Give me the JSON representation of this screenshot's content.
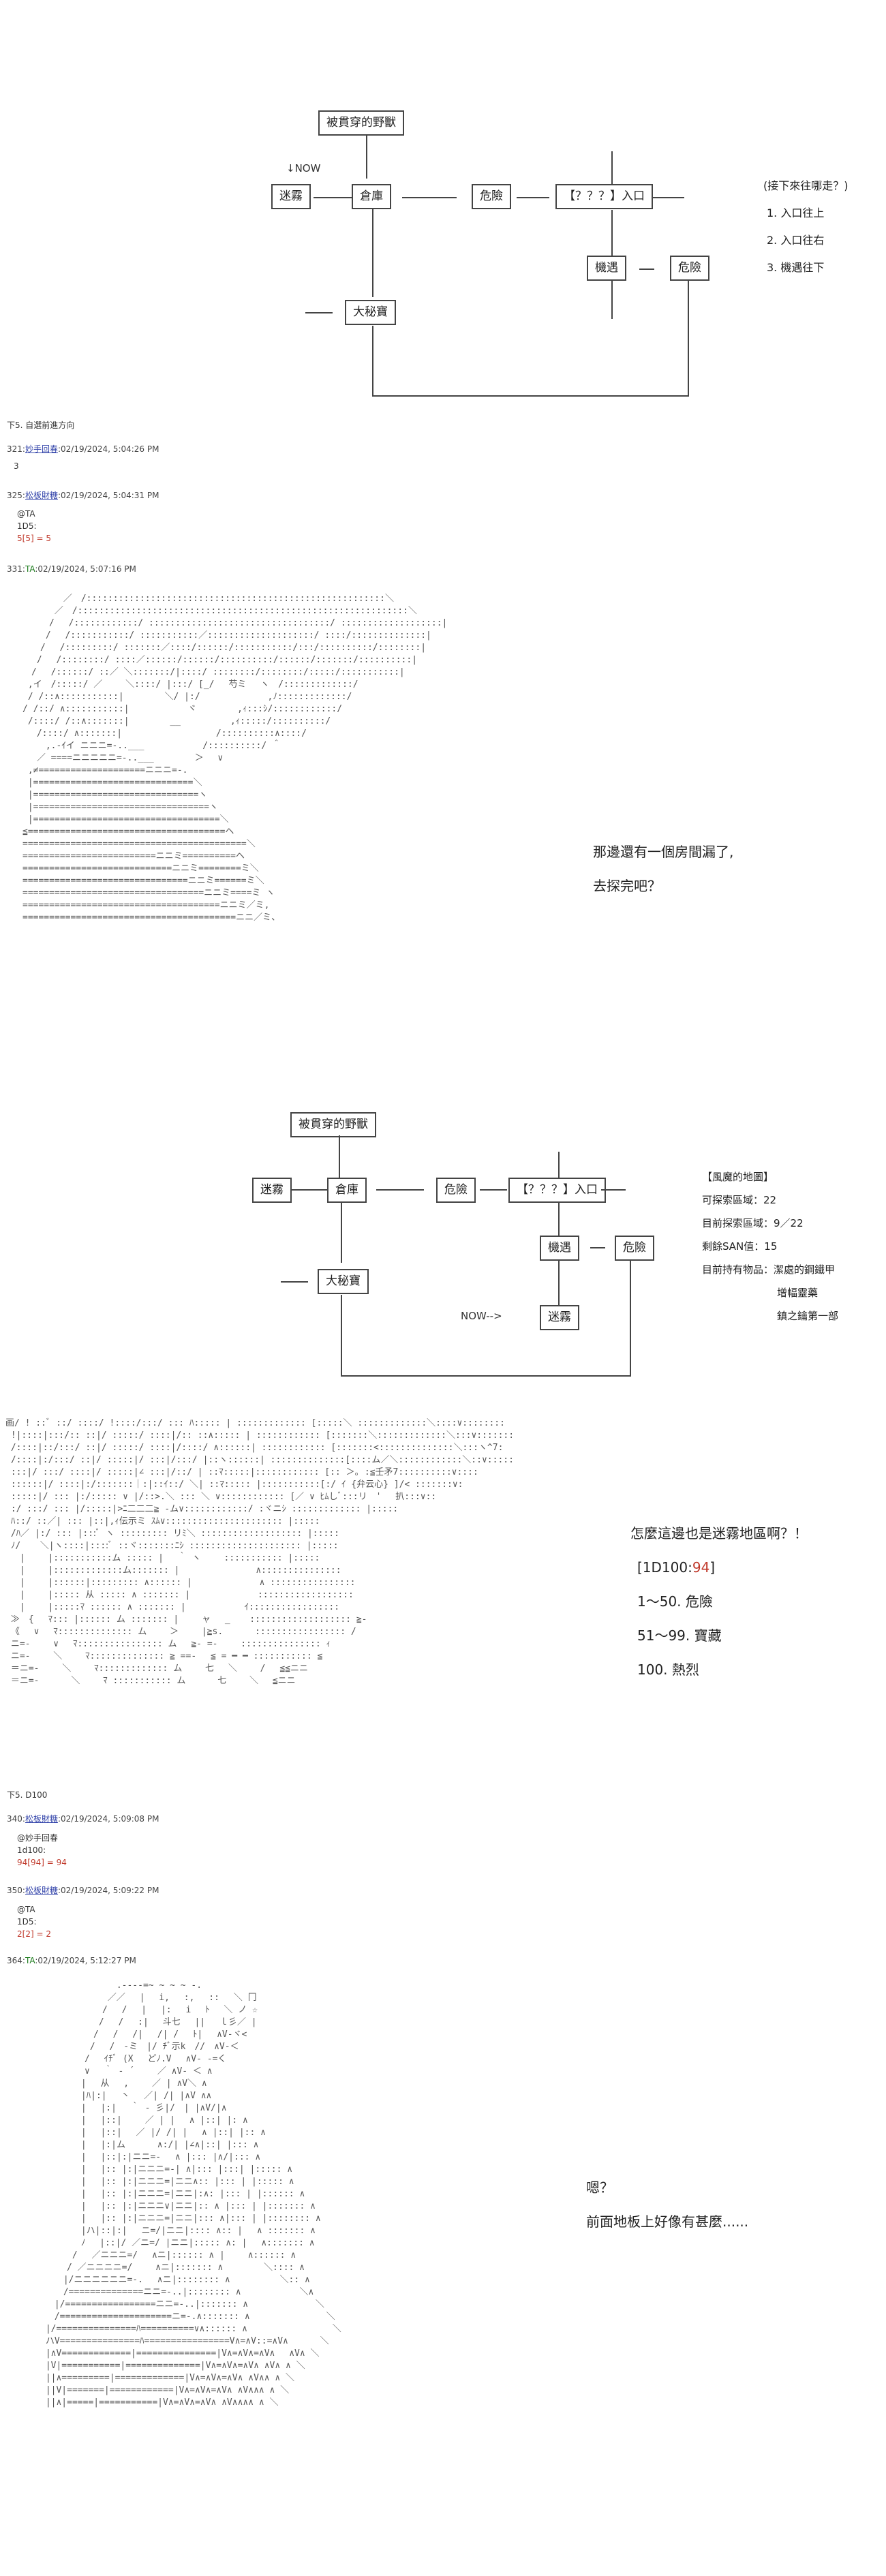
{
  "map1": {
    "top": "被貫穿的野獸",
    "now": "↓NOW",
    "mist": "迷霧",
    "warehouse": "倉庫",
    "danger1": "危險",
    "entrance": "【？？？】入口",
    "opportunity": "機遇",
    "danger2": "危險",
    "treasure": "大秘寶",
    "choices_title": "(接下來往哪走？)",
    "choice1": "1. 入口往上",
    "choice2": "2. 入口往右",
    "choice3": "3. 機遇往下",
    "accent": "#c0392b"
  },
  "posts_a": {
    "next": "下5. 自選前進方向",
    "p321_num": "321:",
    "p321_name": "妙手回春",
    "p321_time": ":02/19/2024, 5:04:26 PM",
    "p321_body": "3",
    "p325_num": "325:",
    "p325_name": "松板財糖",
    "p325_time": ":02/19/2024, 5:04:31 PM",
    "p325_l1": "@TA",
    "p325_l2": "1D5:",
    "p325_l3": "5[5] = 5",
    "p331_num": "331:",
    "p331_name": "TA",
    "p331_time": ":02/19/2024, 5:07:16 PM"
  },
  "dialog1": {
    "line1": "那邊還有一個房間漏了,",
    "line2": "去探完吧？"
  },
  "map2": {
    "top": "被貫穿的野獸",
    "mist": "迷霧",
    "warehouse": "倉庫",
    "danger1": "危險",
    "entrance": "【？？？】入口",
    "opportunity": "機遇",
    "danger2": "危險",
    "treasure": "大秘寶",
    "now": "NOW-->",
    "mist2": "迷霧",
    "legend_title": "【風魔的地圖】",
    "legend1": "可探索區域：22",
    "legend2": "目前探索區域：9／22",
    "legend3": "剩餘SAN值：15",
    "legend4": "目前持有物品：潔處的鋼鐵甲",
    "legend5": "增幅靈藥",
    "legend6": "鎮之鑰第一部"
  },
  "dialog2": {
    "line1": "怎麼這邊也是迷霧地區啊？！",
    "line2": "[1D100:94]",
    "line3": "1～50. 危險",
    "line4": "51～99. 寶藏",
    "line5": "100. 熱烈"
  },
  "posts_b": {
    "next": "下5. D100",
    "p340_num": "340:",
    "p340_name": "松板財糖",
    "p340_time": ":02/19/2024, 5:09:08 PM",
    "p340_l1": "@妙手回春",
    "p340_l2": "1d100:",
    "p340_l3": "94[94] = 94",
    "p350_num": "350:",
    "p350_name": "松板財糖",
    "p350_time": ":02/19/2024, 5:09:22 PM",
    "p350_l1": "@TA",
    "p350_l2": "1D5:",
    "p350_l3": "2[2] = 2",
    "p364_num": "364:",
    "p364_name": "TA",
    "p364_time": ":02/19/2024, 5:12:27 PM"
  },
  "dialog3": {
    "line1": "嗯？",
    "line2": "前面地板上好像有甚麼......"
  }
}
